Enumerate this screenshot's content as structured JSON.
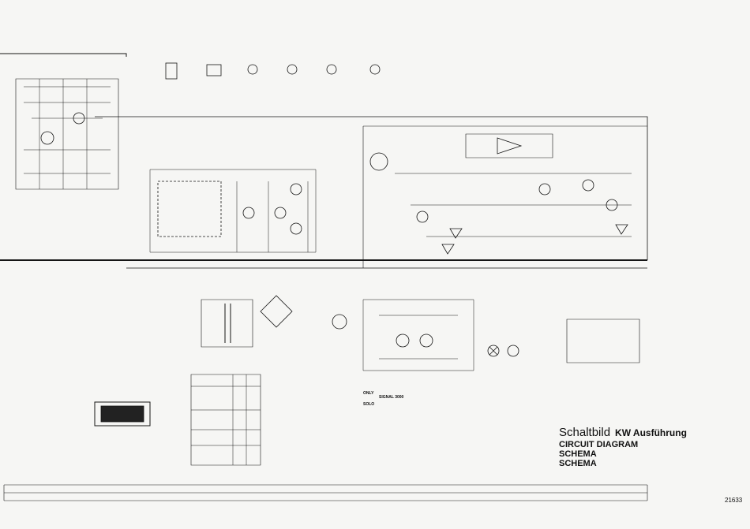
{
  "title_block": {
    "title": "Schaltbild",
    "variant": "KW Ausführung",
    "lines": [
      "CIRCUIT DIAGRAM",
      "SCHEMA",
      "SCHEMA"
    ]
  },
  "sheet_number": "21633",
  "signal_labels": {
    "only": "ONLY",
    "solo": "SOLO",
    "signal": "SIGNAL 3000"
  }
}
